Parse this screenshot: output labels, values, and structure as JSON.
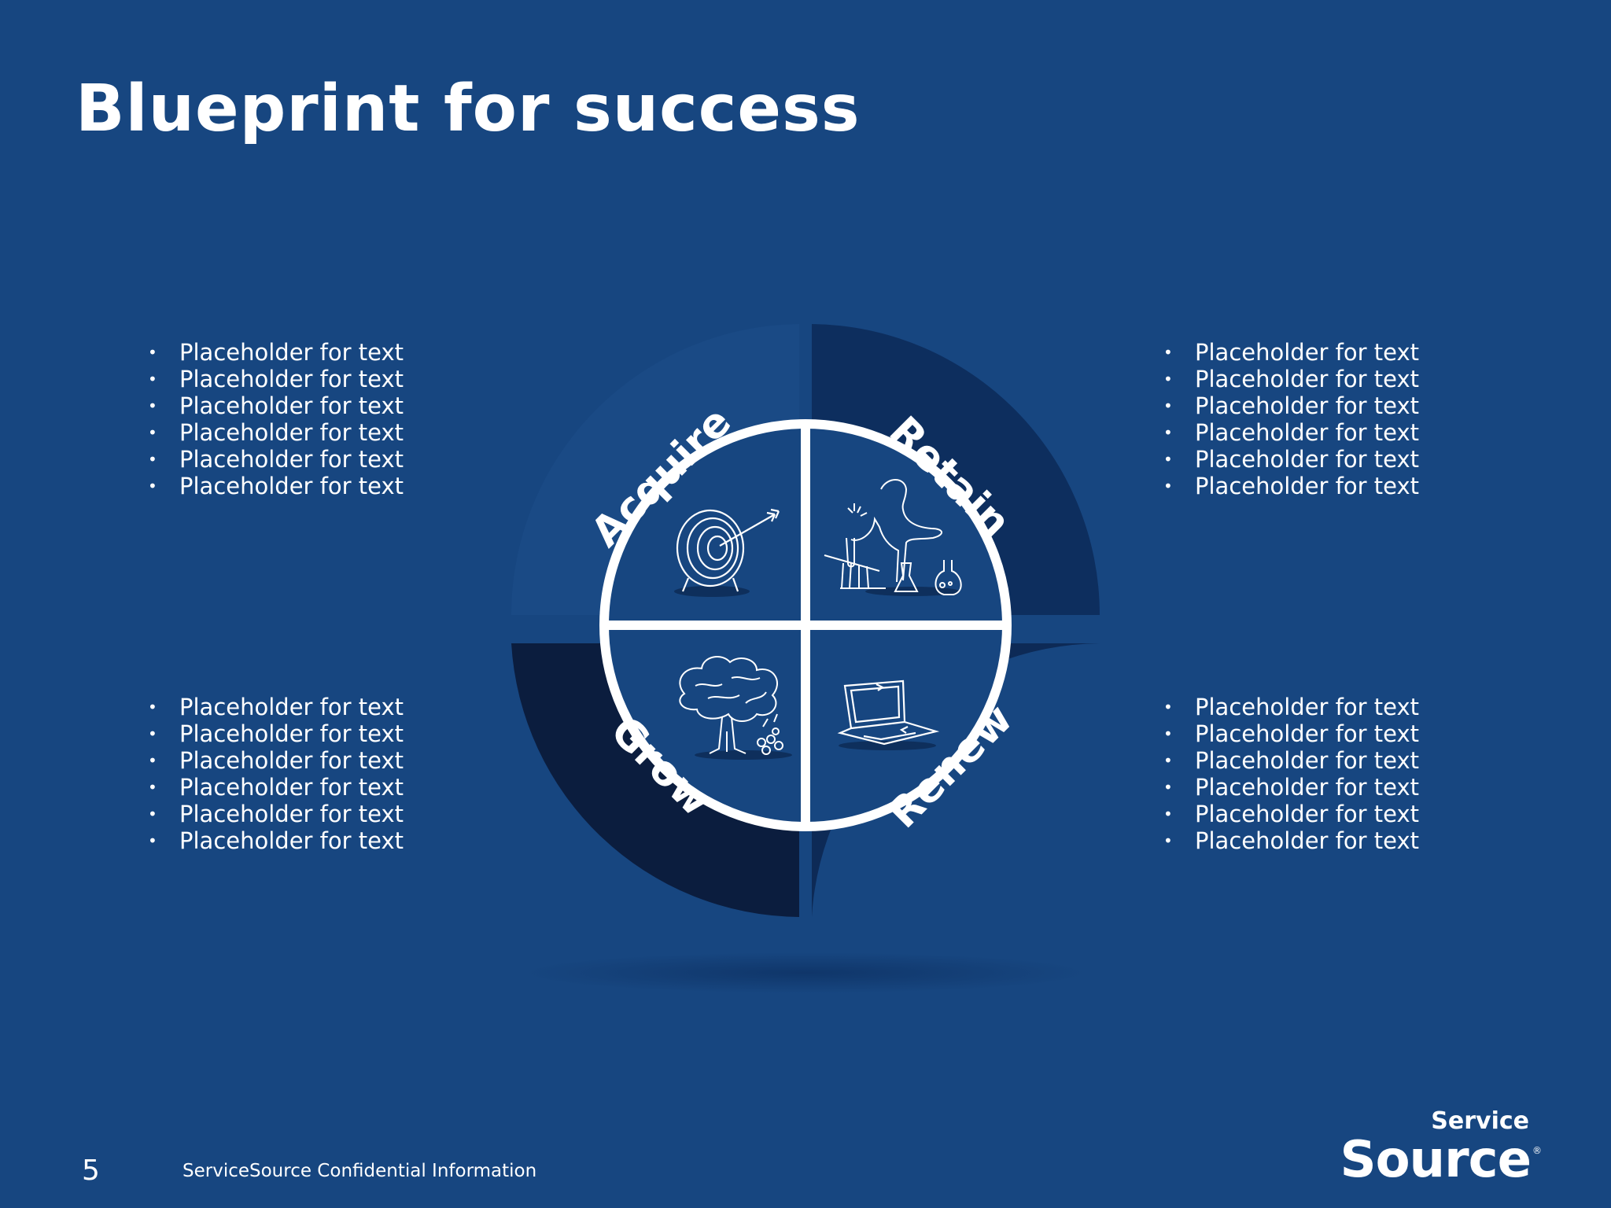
{
  "slide": {
    "title": "Blueprint for success",
    "page_number": "5",
    "footer": "ServiceSource Confidential Information"
  },
  "logo": {
    "line1": "Service",
    "line2": "Source",
    "registered": "®"
  },
  "bullet_glyph": "•",
  "quadrants": [
    {
      "label": "Acquire",
      "icon": "target-icon",
      "bullets": [
        "Placeholder for text",
        "Placeholder for text",
        "Placeholder for text",
        "Placeholder for text",
        "Placeholder for text",
        "Placeholder for text"
      ]
    },
    {
      "label": "Retain",
      "icon": "scientist-icon",
      "bullets": [
        "Placeholder for text",
        "Placeholder for text",
        "Placeholder for text",
        "Placeholder for text",
        "Placeholder for text",
        "Placeholder for text"
      ]
    },
    {
      "label": "Grow",
      "icon": "tree-icon",
      "bullets": [
        "Placeholder for text",
        "Placeholder for text",
        "Placeholder for text",
        "Placeholder for text",
        "Placeholder for text",
        "Placeholder for text"
      ]
    },
    {
      "label": "Renew",
      "icon": "laptop-icon",
      "bullets": [
        "Placeholder for text",
        "Placeholder for text",
        "Placeholder for text",
        "Placeholder for text",
        "Placeholder for text",
        "Placeholder for text"
      ]
    }
  ],
  "colors": {
    "background": "#174680",
    "ring_acquire": "#1a4a85",
    "ring_retain": "#0d2e5e",
    "ring_grow": "#0b1d3e",
    "ring_renew": "#0d2a56",
    "inner": "#174680",
    "divider": "#ffffff"
  }
}
